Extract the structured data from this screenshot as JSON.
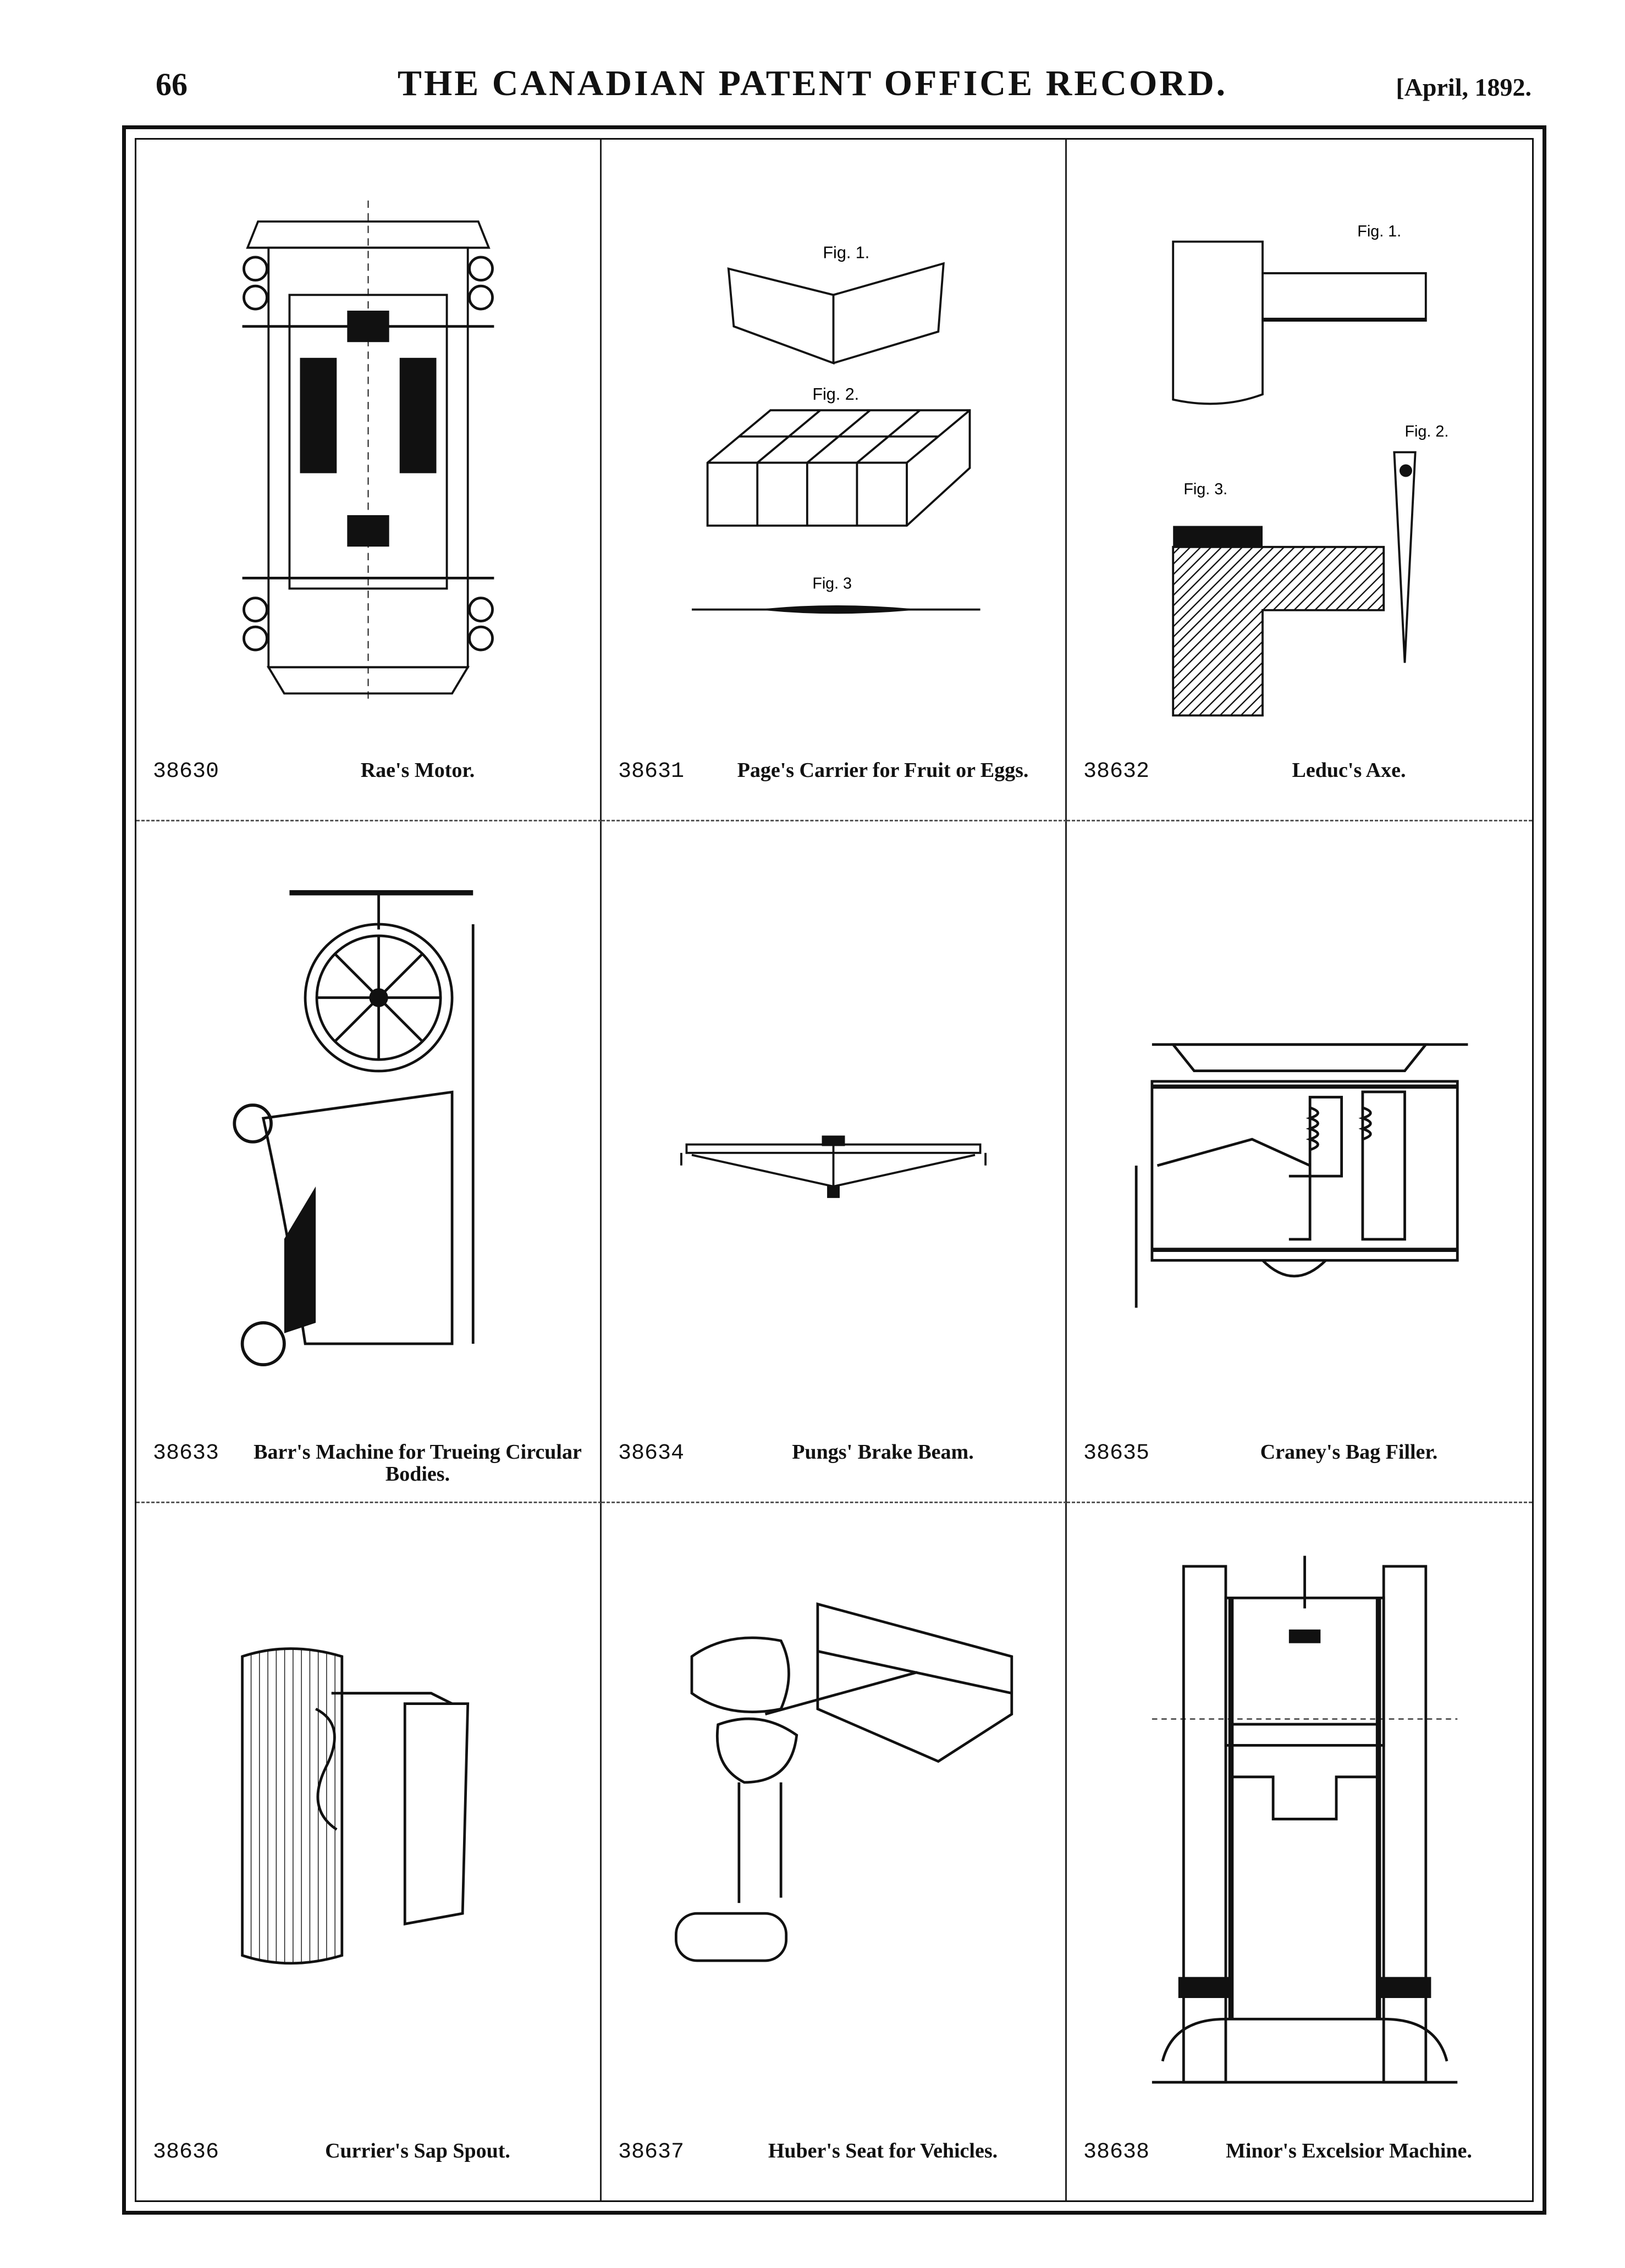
{
  "header": {
    "page_number": "66",
    "running_title": "THE CANADIAN PATENT OFFICE RECORD.",
    "issue_date": "[April, 1892."
  },
  "patents": [
    {
      "number": "38630",
      "title": "Rae's Motor."
    },
    {
      "number": "38631",
      "title": "Page's Carrier for Fruit or Eggs."
    },
    {
      "number": "38632",
      "title": "Leduc's Axe."
    },
    {
      "number": "38633",
      "title": "Barr's Machine for Trueing Circular Bodies."
    },
    {
      "number": "38634",
      "title": "Pungs' Brake Beam."
    },
    {
      "number": "38635",
      "title": "Craney's Bag Filler."
    },
    {
      "number": "38636",
      "title": "Currier's Sap Spout."
    },
    {
      "number": "38637",
      "title": "Huber's Seat for Vehicles."
    },
    {
      "number": "38638",
      "title": "Minor's Excelsior Machine."
    }
  ],
  "figure_labels": {
    "carrier": {
      "fig1": "Fig. 1.",
      "fig2": "Fig. 2.",
      "fig3": "Fig. 3"
    },
    "axe": {
      "fig1": "Fig. 1.",
      "fig2": "Fig. 2.",
      "fig3": "Fig. 3."
    }
  }
}
